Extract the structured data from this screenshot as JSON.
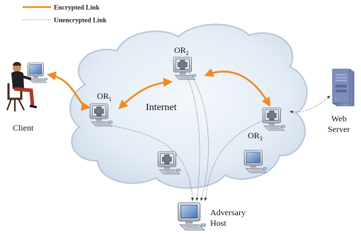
{
  "legend": {
    "encrypted": "Encrypted Link",
    "unencrypted": "Unencrypted Link"
  },
  "colors": {
    "encrypted_link": "#f08a1e",
    "cloud_fill": "#e6eef6",
    "cloud_edge": "#aebfcf",
    "server_body": "#7a8bb5"
  },
  "labels": {
    "client": "Client",
    "internet": "Internet",
    "or1": {
      "name": "OR",
      "sub": "1"
    },
    "or2": {
      "name": "OR",
      "sub": "2"
    },
    "or3": {
      "name": "OR",
      "sub": "3"
    },
    "web_server_line1": "Web",
    "web_server_line2": "Server",
    "adversary_line1": "Adversary",
    "adversary_line2": "Host"
  },
  "icons": {
    "client": "person-at-computer-icon",
    "onion_router": "computer-icon",
    "web_server": "server-tower-icon",
    "adversary": "computer-icon"
  }
}
